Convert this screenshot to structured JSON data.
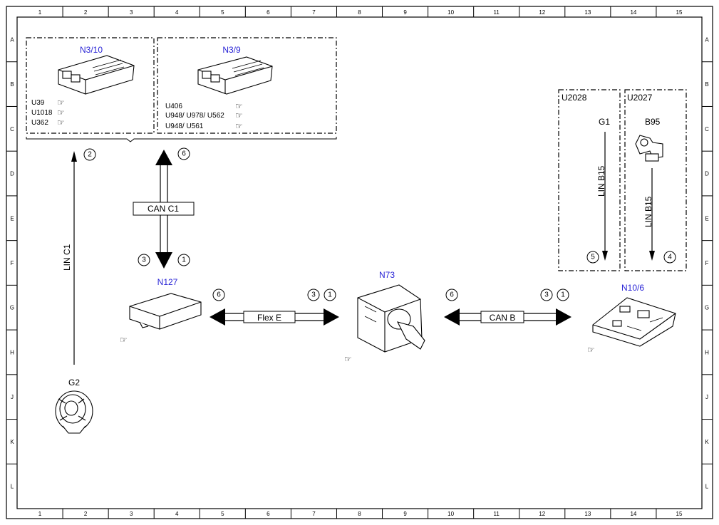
{
  "grid": {
    "columns": [
      "1",
      "2",
      "3",
      "4",
      "5",
      "6",
      "7",
      "8",
      "9",
      "10",
      "11",
      "12",
      "13",
      "14",
      "15"
    ],
    "rows": [
      "A",
      "B",
      "C",
      "D",
      "E",
      "F",
      "G",
      "H",
      "J",
      "K",
      "L"
    ]
  },
  "components": {
    "n3_10": {
      "label": "N3/10",
      "refs": [
        "U39",
        "U1018",
        "U362"
      ]
    },
    "n3_9": {
      "label": "N3/9",
      "refs": [
        "U406",
        "U948/ U978/ U562",
        "U948/ U561"
      ]
    },
    "u2028": {
      "label": "U2028",
      "sub": "G1",
      "bus": "LIN B15",
      "num": "5"
    },
    "u2027": {
      "label": "U2027",
      "sub": "B95",
      "bus": "LIN B15",
      "num": "4"
    },
    "n127": {
      "label": "N127"
    },
    "n73": {
      "label": "N73"
    },
    "n10_6": {
      "label": "N10/6"
    },
    "g2": {
      "label": "G2"
    }
  },
  "buses": {
    "lin_c1": {
      "label": "LIN C1",
      "num": "2"
    },
    "can_c1": {
      "label": "CAN C1",
      "top_num": "6",
      "bottom_nums": [
        "3",
        "1"
      ]
    },
    "flex_e": {
      "label": "Flex E",
      "left_num": "6",
      "right_nums": [
        "3",
        "1"
      ]
    },
    "can_b": {
      "label": "CAN B",
      "left_num": "6",
      "right_nums": [
        "3",
        "1"
      ]
    }
  }
}
